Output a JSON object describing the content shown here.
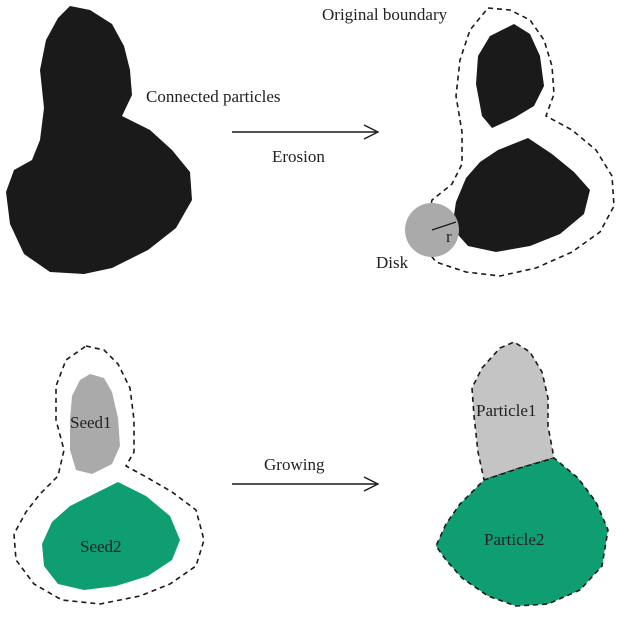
{
  "labels": {
    "connected_particles": "Connected particles",
    "erosion": "Erosion",
    "original_boundary": "Original boundary",
    "disk": "Disk",
    "radius": "r",
    "growing": "Growing",
    "seed1": "Seed1",
    "seed2": "Seed2",
    "particle1": "Particle1",
    "particle2": "Particle2"
  },
  "colors": {
    "particle_black": "#1a1a1a",
    "seed_gray": "#aaaaaa",
    "seed_green": "#0e9e72",
    "disk_gray": "#aaaaaa",
    "particle1_gray": "#c4c4c4"
  }
}
